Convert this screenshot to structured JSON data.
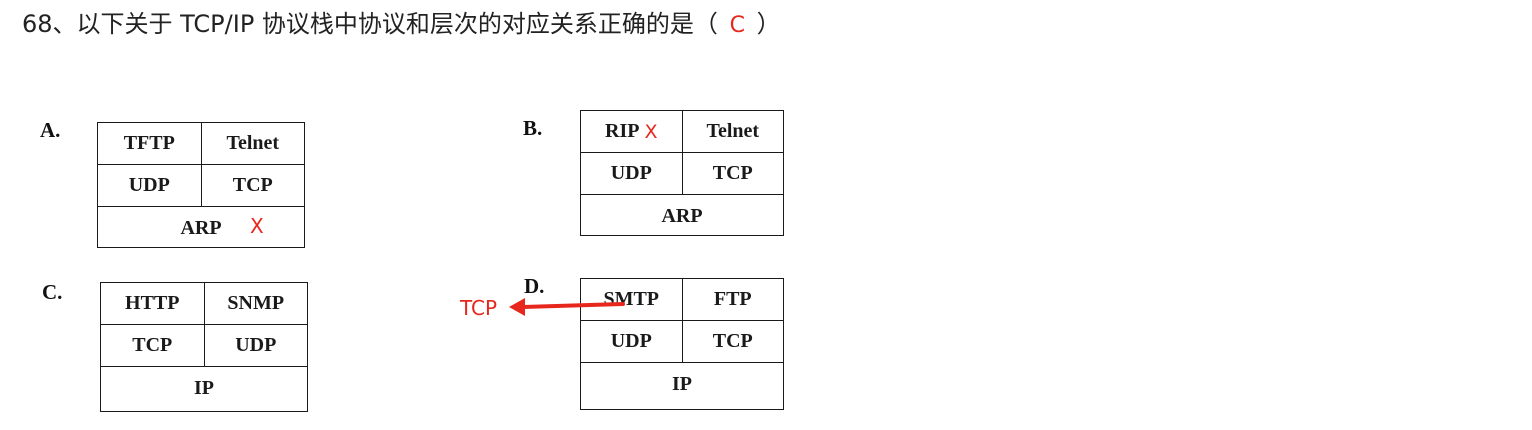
{
  "question": {
    "text": "68、以下关于 TCP/IP  协议栈中协议和层次的对应关系正确的是（",
    "answer": "C",
    "close": "）"
  },
  "options": {
    "a": {
      "label": "A.",
      "top_left": "TFTP",
      "top_right": "Telnet",
      "mid_left": "UDP",
      "mid_right": "TCP",
      "bottom": "ARP",
      "mark": "X"
    },
    "b": {
      "label": "B.",
      "top_left": "RIP",
      "top_right": "Telnet",
      "mid_left": "UDP",
      "mid_right": "TCP",
      "bottom": "ARP",
      "mark": "X"
    },
    "c": {
      "label": "C.",
      "top_left": "HTTP",
      "top_right": "SNMP",
      "mid_left": "TCP",
      "mid_right": "UDP",
      "bottom": "IP"
    },
    "d": {
      "label": "D.",
      "top_left": "SMTP",
      "top_right": "FTP",
      "mid_left": "UDP",
      "mid_right": "TCP",
      "bottom": "IP",
      "annotation": "TCP"
    }
  },
  "colors": {
    "annotation_red": "#e8271c",
    "text": "#222222"
  }
}
